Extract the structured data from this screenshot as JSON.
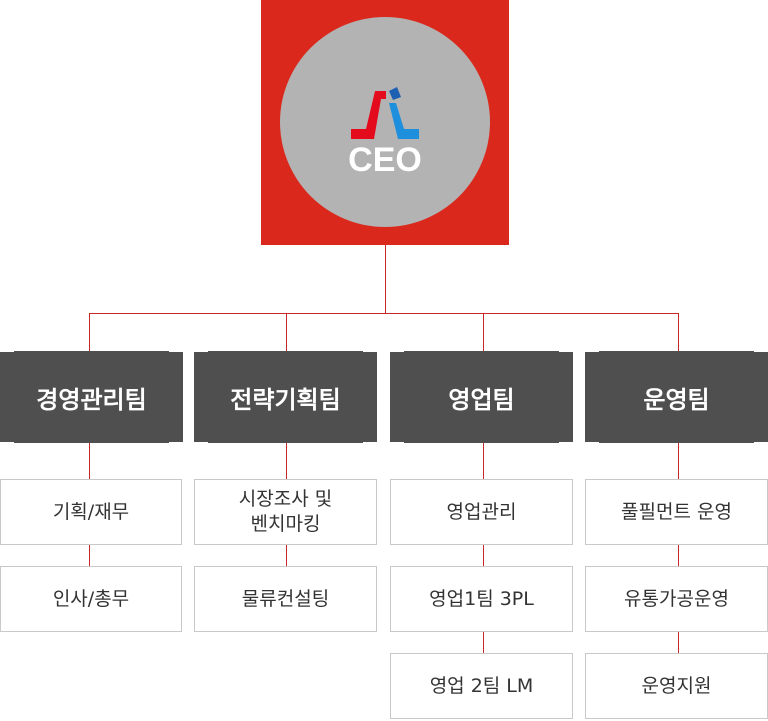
{
  "ceo": {
    "label": "CEO",
    "logo": "company-logo-icon",
    "colors": {
      "box": "#da291c",
      "circle": "#b3b3b3",
      "logo_red": "#e30b1c",
      "logo_blue": "#1e8fdc",
      "logo_dark_blue": "#1d5fb0"
    }
  },
  "departments": [
    {
      "name": "경영관리팀",
      "items": [
        "기획/재무",
        "인사/총무"
      ]
    },
    {
      "name": "전략기획팀",
      "items": [
        "시장조사 및\n벤치마킹",
        "물류컨설팅"
      ]
    },
    {
      "name": "영업팀",
      "items": [
        "영업관리",
        "영업1팀 3PL",
        "영업 2팀 LM"
      ]
    },
    {
      "name": "운영팀",
      "items": [
        "풀필먼트 운영",
        "유통가공운영",
        "운영지원"
      ]
    }
  ],
  "colors": {
    "connector": "#c8282b",
    "dept_bg": "#4f4f4f",
    "sub_border": "#c9c9c9",
    "sub_text": "#333333"
  }
}
